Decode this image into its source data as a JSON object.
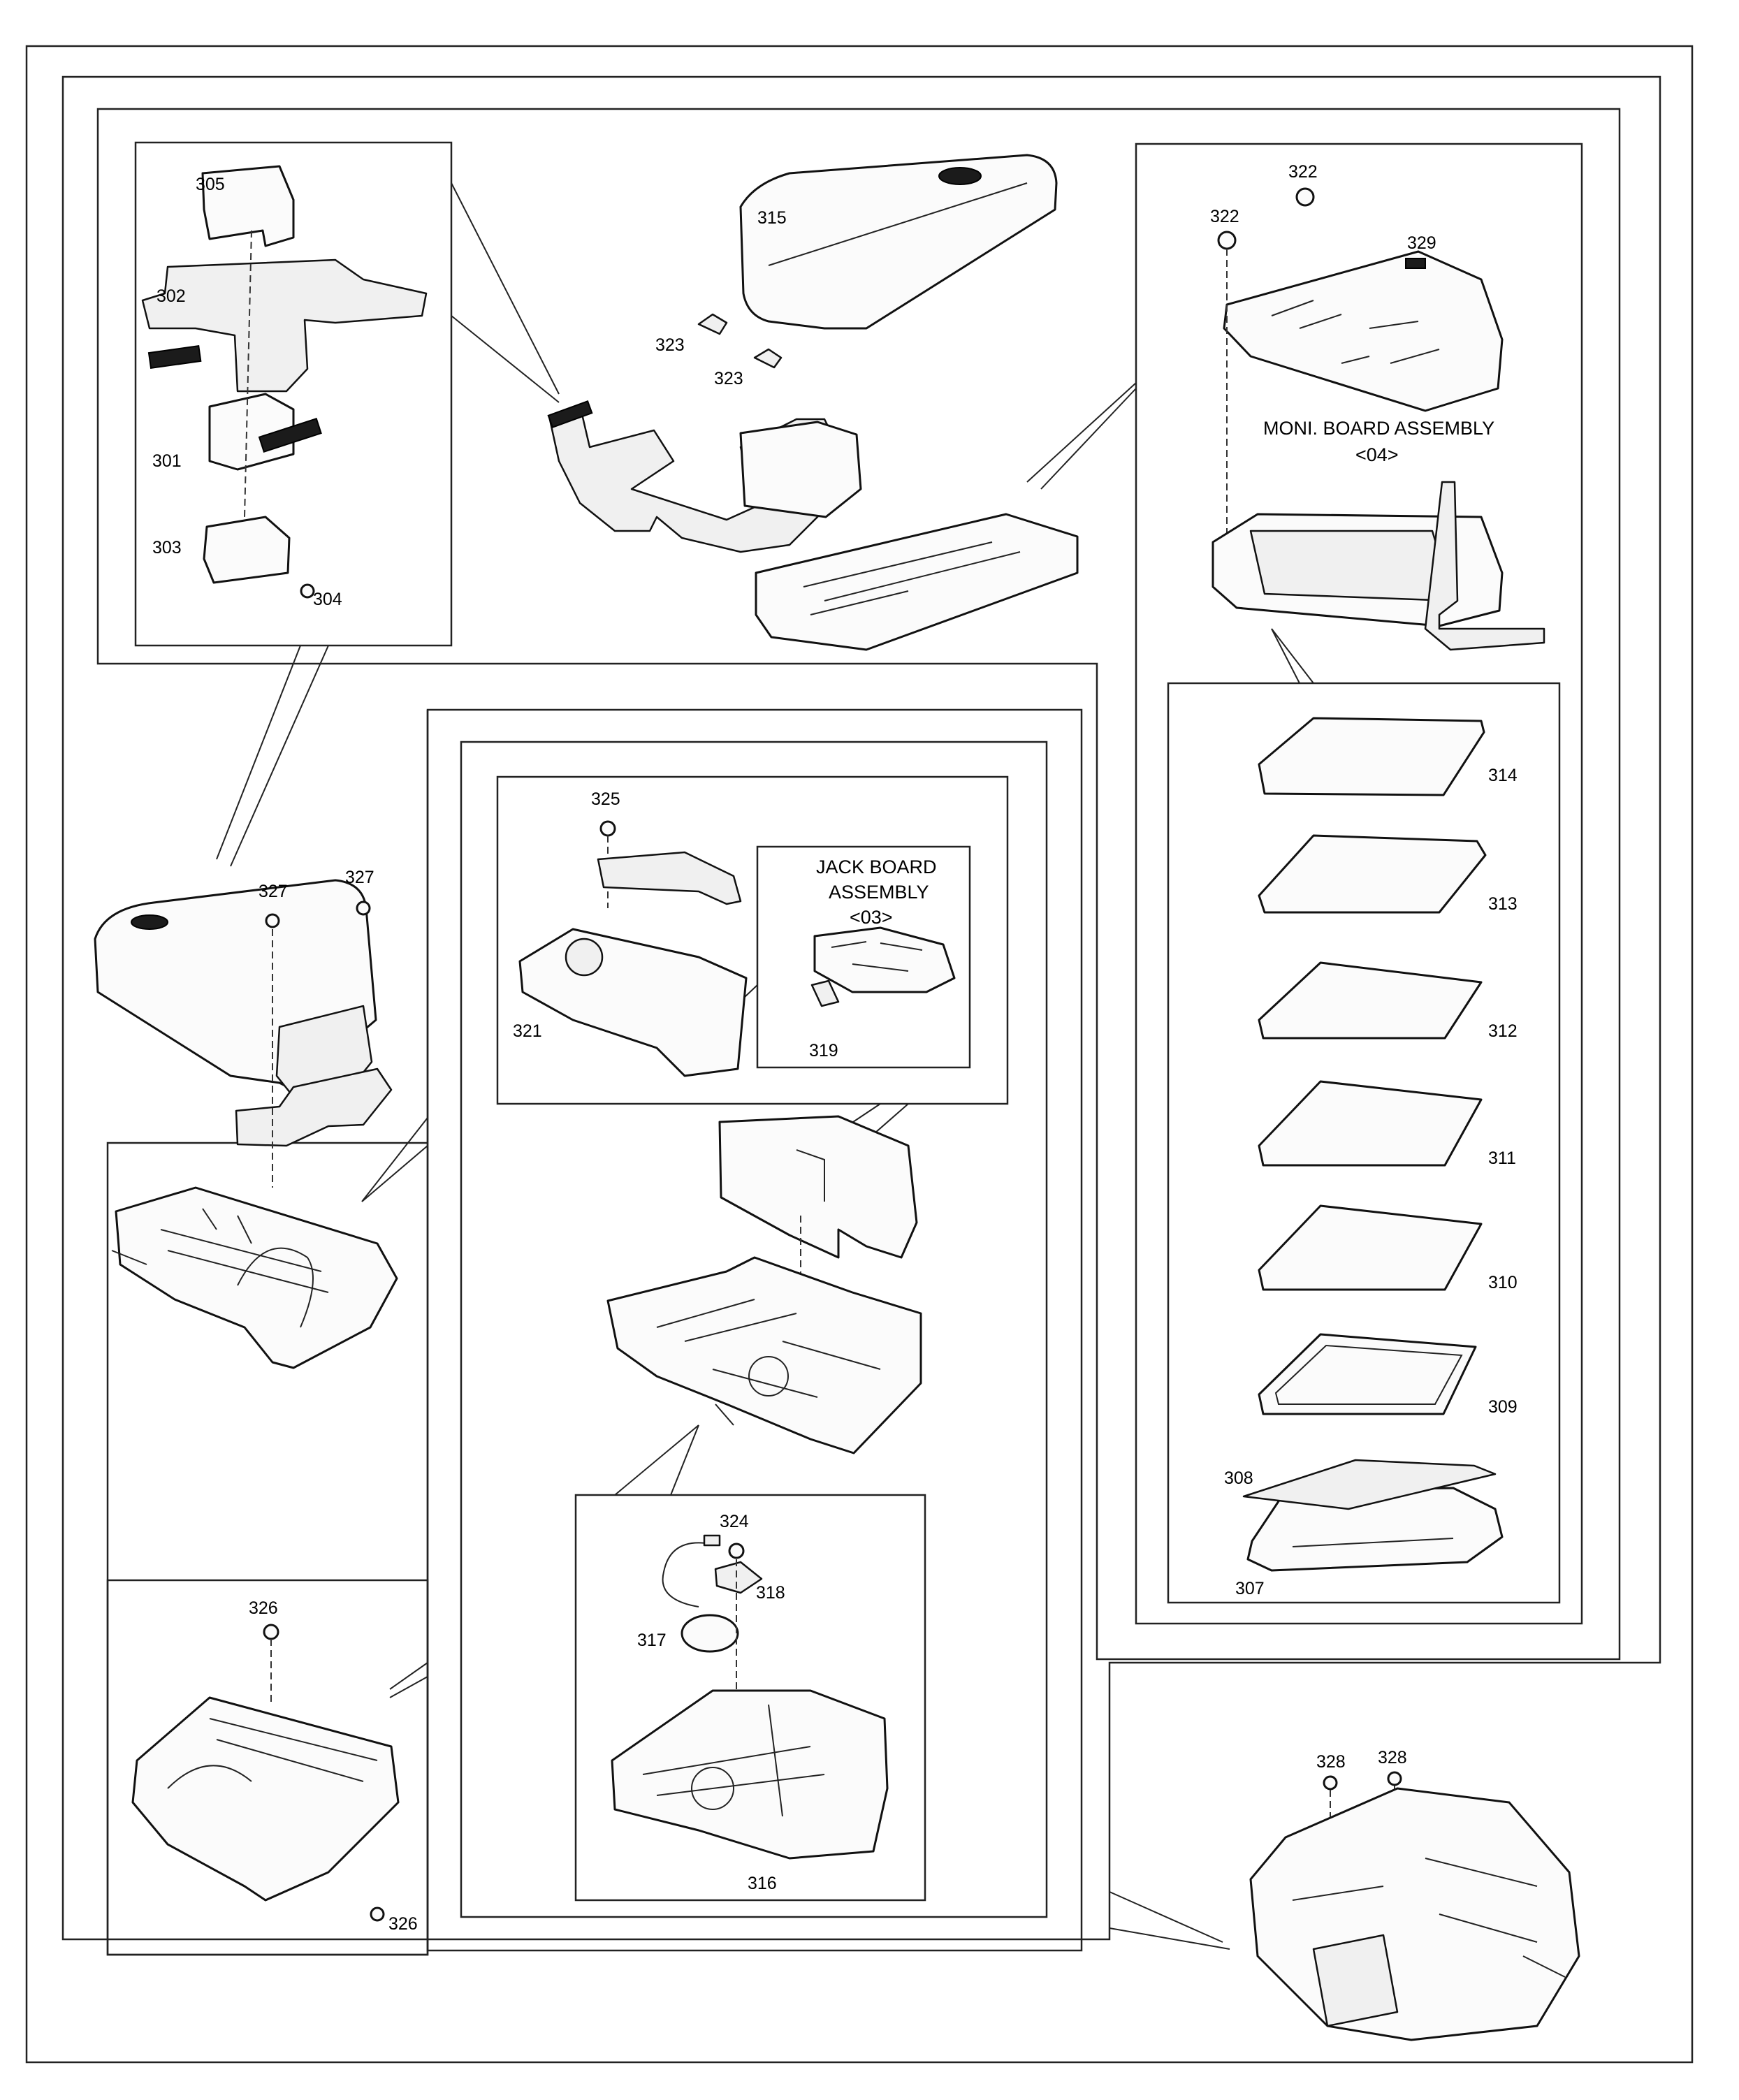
{
  "assemblies": {
    "moni_board_line1": "MONI. BOARD ASSEMBLY",
    "moni_board_line2": "<04>",
    "jack_board_line1": "JACK BOARD",
    "jack_board_line2": "ASSEMBLY",
    "jack_board_line3": "<03>"
  },
  "parts": {
    "p301": "301",
    "p302": "302",
    "p303": "303",
    "p304": "304",
    "p305": "305",
    "p307": "307",
    "p308": "308",
    "p309": "309",
    "p310": "310",
    "p311": "311",
    "p312": "312",
    "p313": "313",
    "p314": "314",
    "p315": "315",
    "p316": "316",
    "p317": "317",
    "p318": "318",
    "p319": "319",
    "p321": "321",
    "p322": "322",
    "p323": "323",
    "p324": "324",
    "p325": "325",
    "p326": "326",
    "p327": "327",
    "p328": "328",
    "p329": "329"
  }
}
